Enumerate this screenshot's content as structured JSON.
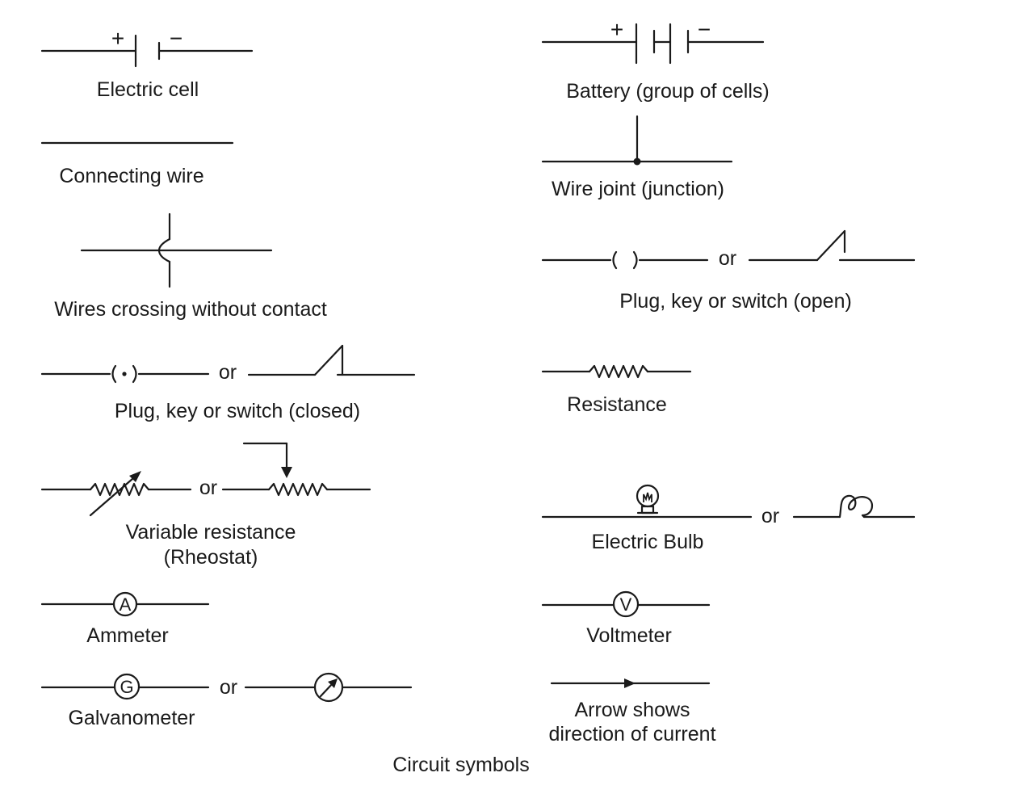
{
  "caption": "Circuit symbols",
  "connector_or": "or",
  "symbols": {
    "electric_cell": {
      "label": "Electric cell",
      "plus": "+",
      "minus": "−"
    },
    "battery": {
      "label": "Battery (group of cells)",
      "plus": "+",
      "minus": "−"
    },
    "connecting_wire": {
      "label": "Connecting wire"
    },
    "wire_joint": {
      "label": "Wire joint (junction)"
    },
    "wires_crossing": {
      "label": "Wires crossing without contact"
    },
    "switch_open": {
      "label": "Plug, key or switch (open)"
    },
    "switch_closed": {
      "label": "Plug, key or switch (closed)"
    },
    "resistance": {
      "label": "Resistance"
    },
    "variable_resistance": {
      "label_line1": "Variable resistance",
      "label_line2": "(Rheostat)"
    },
    "electric_bulb": {
      "label": "Electric Bulb"
    },
    "ammeter": {
      "label": "Ammeter",
      "letter": "A"
    },
    "voltmeter": {
      "label": "Voltmeter",
      "letter": "V"
    },
    "galvanometer": {
      "label": "Galvanometer",
      "letter": "G"
    },
    "current_arrow": {
      "label_line1": "Arrow shows",
      "label_line2": "direction of current"
    }
  }
}
